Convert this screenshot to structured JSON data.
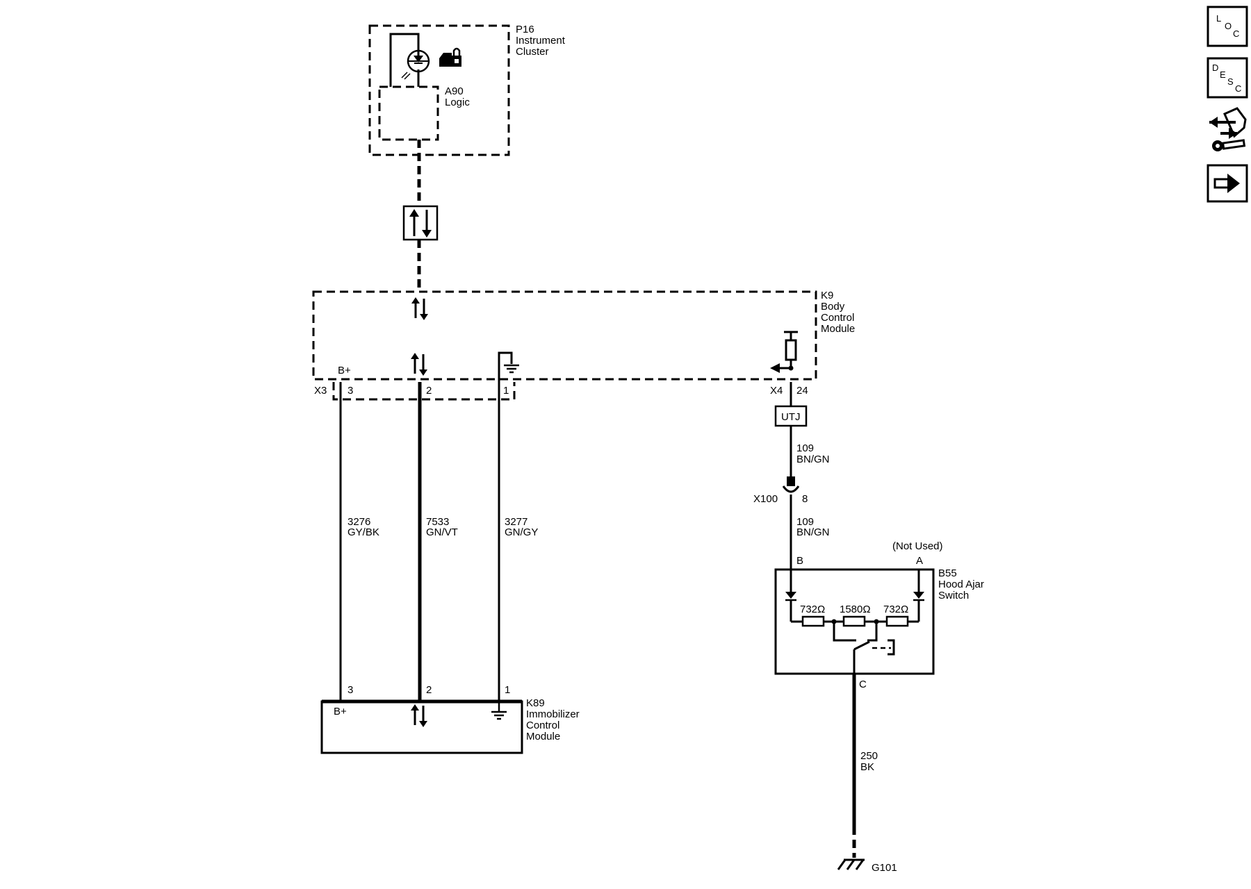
{
  "instrument_cluster": {
    "ref": "P16",
    "line1": "Instrument",
    "line2": "Cluster"
  },
  "logic_module": {
    "ref": "A90",
    "line1": "Logic"
  },
  "body_control_module": {
    "ref": "K9",
    "line1": "Body",
    "line2": "Control",
    "line3": "Module"
  },
  "bcm_connectors": {
    "x3": "X3",
    "x4": "X4",
    "b_plus": "B+",
    "pin3": "3",
    "pin2": "2",
    "pin1": "1",
    "pin24": "24"
  },
  "utj": "UTJ",
  "wires": {
    "w3276": {
      "circuit": "3276",
      "color": "GY/BK"
    },
    "w7533": {
      "circuit": "7533",
      "color": "GN/VT"
    },
    "w3277": {
      "circuit": "3277",
      "color": "GN/GY"
    },
    "w109a": {
      "circuit": "109",
      "color": "BN/GN"
    },
    "w109b": {
      "circuit": "109",
      "color": "BN/GN"
    },
    "w250": {
      "circuit": "250",
      "color": "BK"
    }
  },
  "inline_connector": {
    "ref": "X100",
    "pin": "8"
  },
  "immobilizer": {
    "ref": "K89",
    "line1": "Immobilizer",
    "line2": "Control",
    "line3": "Module",
    "b_plus": "B+",
    "pin3": "3",
    "pin2": "2",
    "pin1": "1"
  },
  "hood_switch": {
    "ref": "B55",
    "line1": "Hood Ajar",
    "line2": "Switch",
    "not_used": "(Not Used)",
    "pin_a": "A",
    "pin_b": "B",
    "pin_c": "C",
    "r1": "732Ω",
    "r2": "1580Ω",
    "r3": "732Ω"
  },
  "ground": {
    "ref": "G101"
  },
  "nav": {
    "loc": {
      "l": "L",
      "o": "O",
      "c": "C"
    },
    "desc": {
      "d": "D",
      "e": "E",
      "s": "S",
      "c": "C"
    }
  }
}
